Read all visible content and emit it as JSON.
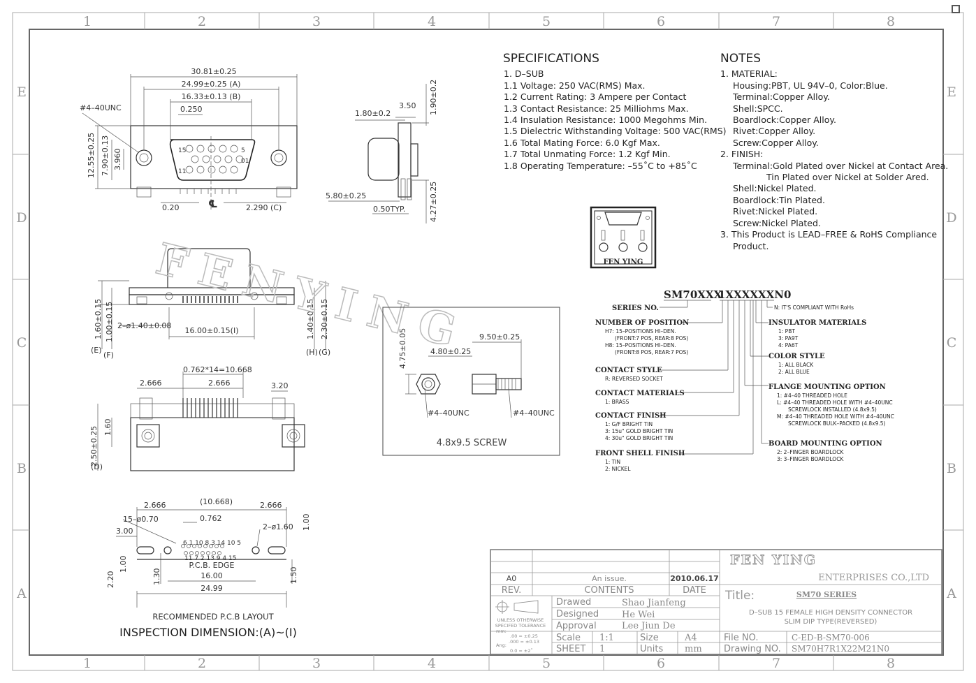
{
  "zones": {
    "columns": [
      "1",
      "2",
      "3",
      "4",
      "5",
      "6",
      "7",
      "8"
    ],
    "rows": [
      "E",
      "D",
      "C",
      "B",
      "A"
    ]
  },
  "specifications": {
    "heading": "SPECIFICATIONS",
    "items": [
      "1. D–SUB",
      "1.1 Voltage: 250 VAC(RMS) Max.",
      "1.2 Current Rating: 3 Ampere per Contact",
      "1.3 Contact Resistance: 25 Milliohms Max.",
      "1.4 Insulation Resistance: 1000 Megohms Min.",
      "1.5 Dielectric Withstanding Voltage: 500 VAC(RMS)",
      "1.6 Total Mating Force: 6.0 Kgf Max.",
      "1.7 Total Unmating Force: 1.2 Kgf Min.",
      "1.8 Operating Temperature: –55˚C to +85˚C"
    ]
  },
  "notes": {
    "heading": "NOTES",
    "items": [
      "1. MATERIAL:",
      "Housing:PBT, UL 94V–0, Color:Blue.",
      "Terminal:Copper Alloy.",
      "Shell:SPCC.",
      "Boardlock:Copper Alloy.",
      "Rivet:Copper Alloy.",
      "Screw:Copper Alloy.",
      "2. FINISH:",
      "Terminal:Gold Plated over Nickel at Contact Area.",
      "Tin Plated over Nickel at Solder Ared.",
      "Shell:Nickel Plated.",
      "Boardlock:Tin Plated.",
      "Rivet:Nickel Plated.",
      "Screw:Nickel Plated.",
      "3. This Product is LEAD–FREE & RoHS Compliance",
      "Product."
    ]
  },
  "logo": {
    "text": "FEN YING"
  },
  "watermark": "FENYING",
  "front_view": {
    "d_overall": "30.81±0.25",
    "d_a": "24.99±0.25 (A)",
    "d_b": "16.33±0.13 (B)",
    "d_pitch": "0.250",
    "d_thread": "#4–40UNC",
    "d_height": "12.55±0.25",
    "d_h2": "7.90±0.13",
    "d_h3": "3.960",
    "d_020": "0.20",
    "d_c": "2.290 (C)",
    "pin_hi": "15",
    "pin_lo": "11",
    "pin_5": "5",
    "pin_01": "01",
    "cl": "℄"
  },
  "side_view": {
    "d1": "1.80±0.2",
    "d2": "3.50",
    "d3": "1.90±0.2",
    "d4": "5.80±0.25",
    "d5": "0.50TYP.",
    "d6": "4.27±0.25"
  },
  "bottom_view": {
    "d1": "1.60±0.15",
    "d2": "1.00±0.15",
    "d3": "2–ø1.40±0.08",
    "d4": "16.00±0.15(I)",
    "d5": "1.40±0.15",
    "d6": "2.30±0.15",
    "e": "(E)",
    "f": "(F)",
    "h": "(H)",
    "g": "(G)"
  },
  "top_view": {
    "d1": "0.762*14=10.668",
    "d2": "2.666",
    "d3": "2.666",
    "d4": "3.20",
    "d5": "2.50±0.25",
    "d6": "1.60",
    "d7": "(D)"
  },
  "screw_view": {
    "d1": "4.75±0.05",
    "d2": "4.80±0.25",
    "d3": "9.50±0.25",
    "t1": "#4–40UNC",
    "t2": "#4–40UNC",
    "caption": "4.8x9.5 SCREW"
  },
  "pcb_layout": {
    "d1": "2.666",
    "d2": "(10.668)",
    "d3": "2.666",
    "d4": "15–ø0.70",
    "d5": "0.762",
    "d6": "2–ø1.60",
    "d7": "3.00",
    "d8": "1.00",
    "d9": "2.20",
    "d10": "1.00",
    "d11": "1.30",
    "d12": "16.00",
    "d13": "1.50",
    "d14": "24.99",
    "edge": "P.C.B. EDGE",
    "row1": "6 1 10 8 3 14 10 5",
    "row2": "11 7 2 13 9 4 15",
    "caption": "RECOMMENDED P.C.B LAYOUT",
    "inspection": "INSPECTION DIMENSION:(A)~(I)"
  },
  "part_number": {
    "series": "SM70XXX",
    "code": "1XXXXXXN0",
    "series_no": "SERIES NO.",
    "num_pos": "NUMBER OF POSITION",
    "num_pos_h7": "H7: 15–POSITIONS HI–DEN.",
    "num_pos_h7b": "(FRONT:7 POS, REAR:8 POS)",
    "num_pos_h8": "H8: 15–POSITIONS HI–DEN.",
    "num_pos_h8b": "(FRONT:8 POS, REAR:7 POS)",
    "contact_style": "CONTACT STYLE",
    "contact_style_r": "R: REVERSED SOCKET",
    "contact_mat": "CONTACT MATERIALS",
    "contact_mat_1": "1: BRASS",
    "contact_fin": "CONTACT FINISH",
    "contact_fin_1": "1: G/F BRIGHT TIN",
    "contact_fin_3": "3: 15u\" GOLD BRIGHT TIN",
    "contact_fin_4": "4: 30u\" GOLD BRIGHT TIN",
    "front_shell": "FRONT SHELL FINISH",
    "front_shell_1": "1: TIN",
    "front_shell_2": "2: NICKEL",
    "rohs": "N: IT'S COMPLIANT WITH RoHs",
    "insulator": "INSULATOR MATERIALS",
    "insulator_1": "1: PBT",
    "insulator_3": "3: PA9T",
    "insulator_4": "4: PA6T",
    "color": "COLOR STYLE",
    "color_1": "1: ALL BLACK",
    "color_2": "2: ALL BLUE",
    "flange": "FLANGE MOUNTING OPTION",
    "flange_1": "1: #4–40 THREADED HOLE",
    "flange_l": "L: #4–40 THREADED HOLE WITH #4–40UNC",
    "flange_l2": "SCREWLOCK INSTALLED (4.8x9.5)",
    "flange_m": "M: #4–40 THREADED HOLE WITH #4–40UNC",
    "flange_m2": "SCREWLOCK BULK–PACKED (4.8x9.5)",
    "board": "BOARD MOUNTING OPTION",
    "board_2": "2: 2–FINGER BOARDLOCK",
    "board_3": "3: 3–FINGER BOARDLOCK"
  },
  "title_block": {
    "rev_val": "A0",
    "contents_val": "An issue.",
    "date_val": "2010.06.17",
    "rev_label": "REV.",
    "contents_label": "CONTENTS",
    "date_label": "DATE",
    "drawn_label": "Drawed",
    "drawn_val": "Shao Jianfeng",
    "designed_label": "Designed",
    "designed_val": "He Wei",
    "approval_label": "Approval",
    "approval_val": "Lee Jiun De",
    "scale_label": "Scale",
    "scale_val": "1:1",
    "size_label": "Size",
    "size_val": "A4",
    "sheet_label": "SHEET",
    "sheet_val": "1",
    "units_label": "Units",
    "units_val": "mm",
    "tol1": "UNLESS OTHERWISE",
    "tol2": "SPECIFED TOLERANCE",
    "tol3": "mm:",
    "tol4": ".00 = ±0.25",
    "tol5": ".000 = ±0.13",
    "tol6": "Ang:",
    "tol7": "0.0 = ±2˚",
    "company": "FEN YING",
    "company2": "ENTERPRISES CO.,LTD",
    "title_label": "Title:",
    "series": "SM70 SERIES",
    "desc1": "D–SUB 15 FEMALE HIGH DENSITY CONNECTOR",
    "desc2": "SLIM DIP TYPE(REVERSED)",
    "file_label": "File NO.",
    "file_val": "C-ED-B-SM70-006",
    "drawing_label": "Drawing NO.",
    "drawing_val": "SM70H7R1X22M21N0"
  }
}
